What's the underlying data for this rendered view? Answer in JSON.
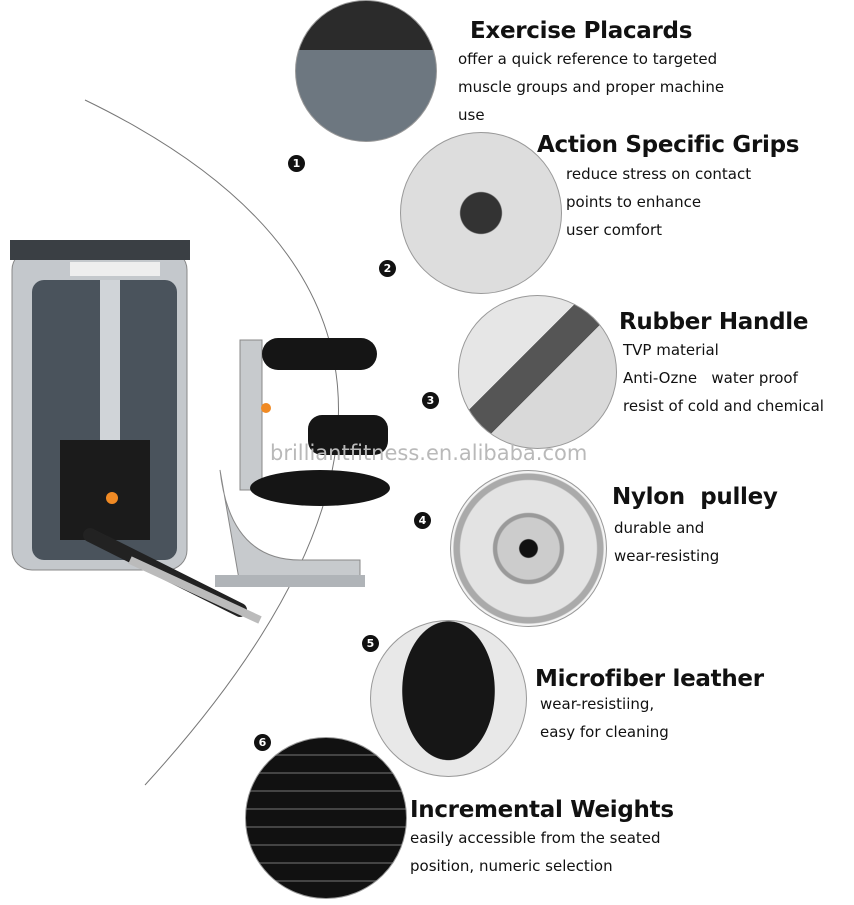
{
  "features": [
    {
      "number": "1",
      "title": "Exercise Placards",
      "lines": [
        "offer a quick reference to targeted",
        "muscle groups and proper machine",
        "use"
      ]
    },
    {
      "number": "2",
      "title": "Action Specific Grips",
      "lines": [
        "reduce stress on contact",
        "points to enhance",
        "user comfort"
      ]
    },
    {
      "number": "3",
      "title": "Rubber Handle",
      "lines": [
        "TVP material",
        "Anti-Ozne   water proof",
        "resist of cold and chemical"
      ]
    },
    {
      "number": "4",
      "title": "Nylon  pulley",
      "lines": [
        "durable and",
        "wear-resisting"
      ]
    },
    {
      "number": "5",
      "title": "Microfiber leather",
      "lines": [
        "wear-resistiing,",
        "easy for cleaning"
      ]
    },
    {
      "number": "6",
      "title": "Incremental Weights",
      "lines": [
        "easily accessible from the seated",
        "position, numeric selection"
      ]
    }
  ],
  "watermark": "brilliantfitness.en.alibaba.com",
  "colors": {
    "frame": "#b8bcc0",
    "panel": "#4a535c",
    "pad": "#151515",
    "accent": "#f08a24"
  }
}
